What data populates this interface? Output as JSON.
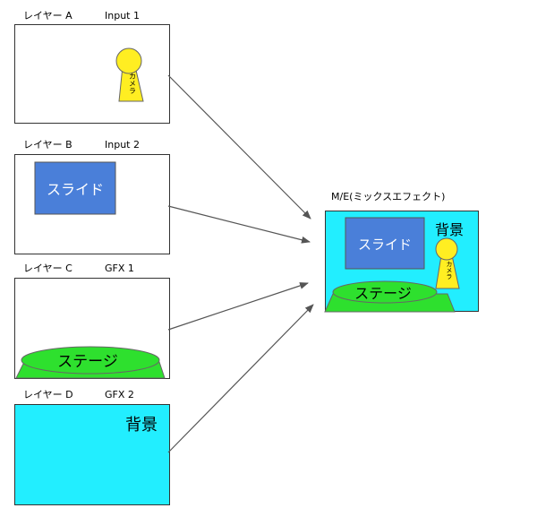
{
  "layers": [
    {
      "label": "レイヤー A",
      "input": "Input 1"
    },
    {
      "label": "レイヤー B",
      "input": "Input 2"
    },
    {
      "label": "レイヤー C",
      "input": "GFX 1"
    },
    {
      "label": "レイヤー D",
      "input": "GFX 2"
    }
  ],
  "elements": {
    "camera_text": "カメラ",
    "slide_text": "スライド",
    "stage_text": "ステージ",
    "background_text": "背景"
  },
  "output": {
    "title": "M/E(ミックスエフェクト)"
  },
  "colors": {
    "camera": "#ffee22",
    "slide": "#4a7fd9",
    "stage": "#2ee02e",
    "background": "#22eeff",
    "arrow": "#555555"
  }
}
